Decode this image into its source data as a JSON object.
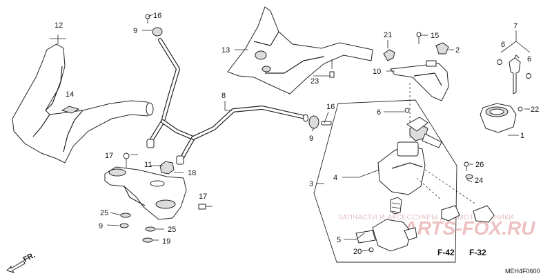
{
  "diagram_code": "MEH4F0600",
  "direction_label": "FR.",
  "watermark": {
    "line1": "ЗАПЧАСТИ И АКСЕССУАРЫ ДЛЯ МОТОТЕХНИКИ",
    "line2": "PARTS-FOX.RU"
  },
  "ref_labels": [
    "F-42",
    "F-32"
  ],
  "callouts": {
    "c1": "1",
    "c2": "2",
    "c3": "3",
    "c4": "4",
    "c5": "5",
    "c6a": "6",
    "c6b": "6",
    "c6c": "6",
    "c7": "7",
    "c8": "8",
    "c9a": "9",
    "c9b": "9",
    "c9c": "9",
    "c10": "10",
    "c11": "11",
    "c12": "12",
    "c13": "13",
    "c14": "14",
    "c15": "15",
    "c16a": "16",
    "c16b": "16",
    "c17a": "17",
    "c17b": "17",
    "c18": "18",
    "c19": "19",
    "c20": "20",
    "c21": "21",
    "c22": "22",
    "c23": "23",
    "c24": "24",
    "c25a": "25",
    "c25b": "25",
    "c26": "26"
  }
}
